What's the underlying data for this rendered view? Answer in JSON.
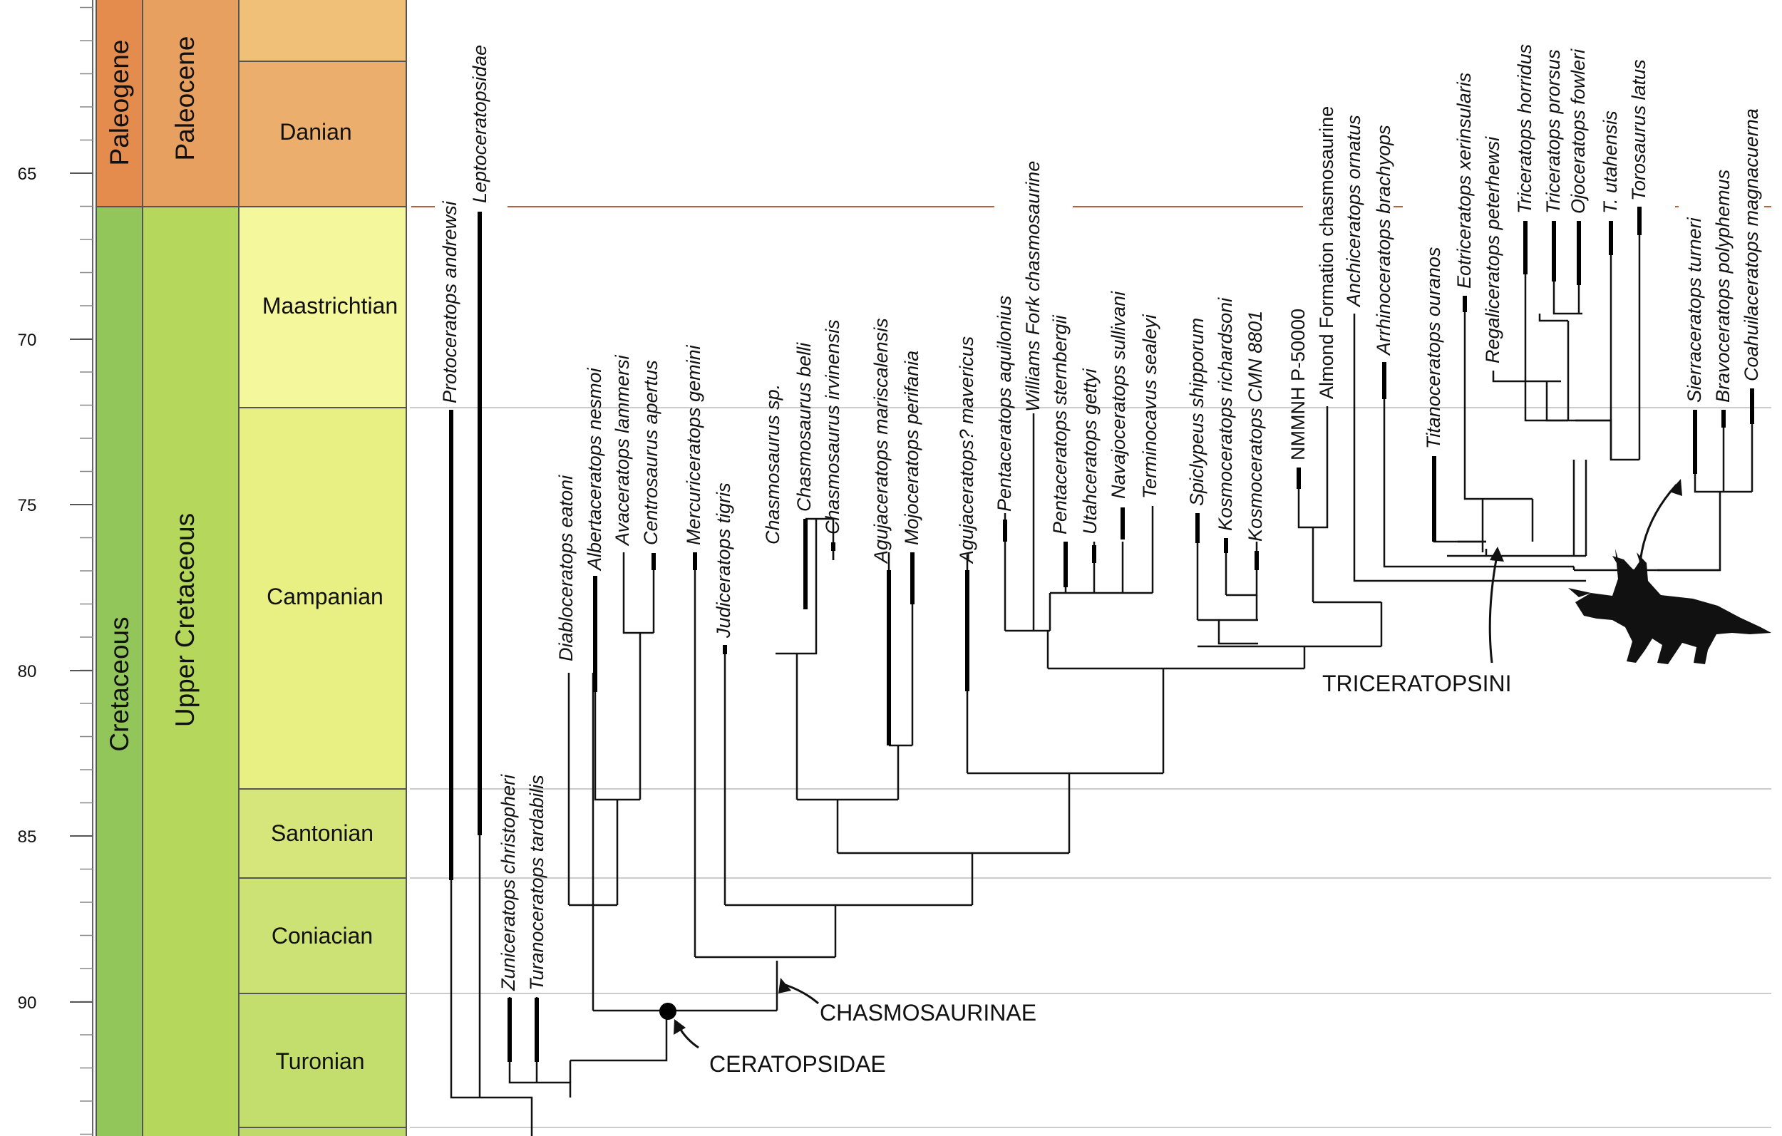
{
  "colors": {
    "paleogene": "#E48B4E",
    "paleocene": "#E8A060",
    "danian": "#EBAE6C",
    "top_stage": "#F0C079",
    "cretaceous": "#92C65A",
    "upper_cretaceous": "#B5D85C",
    "maastrichtian": "#F5F79C",
    "campanian": "#E8F084",
    "santonian": "#D6E67A",
    "coniacian": "#CDE274",
    "turonian": "#C3DE6C",
    "kpg_line": "#B5613A",
    "tree": "#111111"
  },
  "timescale": {
    "ticks": [
      {
        "label": "65",
        "age": 65
      },
      {
        "label": "70",
        "age": 70
      },
      {
        "label": "75",
        "age": 75
      },
      {
        "label": "80",
        "age": 80
      },
      {
        "label": "85",
        "age": 85
      },
      {
        "label": "90",
        "age": 90
      }
    ],
    "periods": [
      {
        "name": "Paleogene",
        "color": "#E48B4E"
      },
      {
        "name": "Cretaceous",
        "color": "#92C65A"
      }
    ],
    "epochs": [
      {
        "name": "Paleocene",
        "color": "#E8A060"
      },
      {
        "name": "Upper Cretaceous",
        "color": "#B5D85C"
      }
    ],
    "stages": [
      {
        "name": "",
        "color": "#F0C079"
      },
      {
        "name": "Danian",
        "color": "#EBAE6C"
      },
      {
        "name": "Maastrichtian",
        "color": "#F5F79C"
      },
      {
        "name": "Campanian",
        "color": "#E8F084"
      },
      {
        "name": "Santonian",
        "color": "#D6E67A"
      },
      {
        "name": "Coniacian",
        "color": "#CDE274"
      },
      {
        "name": "Turonian",
        "color": "#C3DE6C"
      },
      {
        "name": "",
        "color": "#BFD96A"
      }
    ]
  },
  "taxa": [
    "Protoceratops andrewsi",
    "Leptoceratopsidae",
    "Zuniceratops christopheri",
    "Turanoceratops tardabilis",
    "Diabloceratops eatoni",
    "Albertaceratops nesmoi",
    "Avaceratops lammersi",
    "Centrosaurus apertus",
    "Mercuriceratops gemini",
    "Judiceratops tigris",
    "Chasmosaurus sp.",
    "Chasmosaurus belli",
    "Chasmosaurus irvinensis",
    "Agujaceratops mariscalensis",
    "Mojoceratops perifania",
    "Agujaceratops? mavericus",
    "Pentaceratops aquilonius",
    "Williams Fork chasmosaurine",
    "Pentaceratops sternbergii",
    "Utahceratops gettyi",
    "Navajoceratops sullivani",
    "Terminocavus sealeyi",
    "Spiclypeus shipporum",
    "Kosmoceratops richardsoni",
    "Kosmoceratops CMN 8801",
    "NMMNH P-50000",
    "Almond Formation chasmosaurine",
    "Anchiceratops ornatus",
    "Arrhinoceratops brachyops",
    "Titanoceratops ouranos",
    "Eotriceratops xerinsularis",
    "Regaliceratops peterhewsi",
    "Triceratops horridus",
    "Triceratops prorsus",
    "Ojoceratops fowleri",
    "T. utahensis",
    "Torosaurus latus",
    "Sierraceratops turneri",
    "Bravoceratops polyphemus",
    "Coahuilaceratops magnacuerna"
  ],
  "clades": {
    "ceratopsidae": "CERATOPSIDAE",
    "chasmosaurinae": "CHASMOSAURINAE",
    "triceratopsini": "TRICERATOPSINI"
  },
  "silhouette": "ceratopsian-silhouette"
}
